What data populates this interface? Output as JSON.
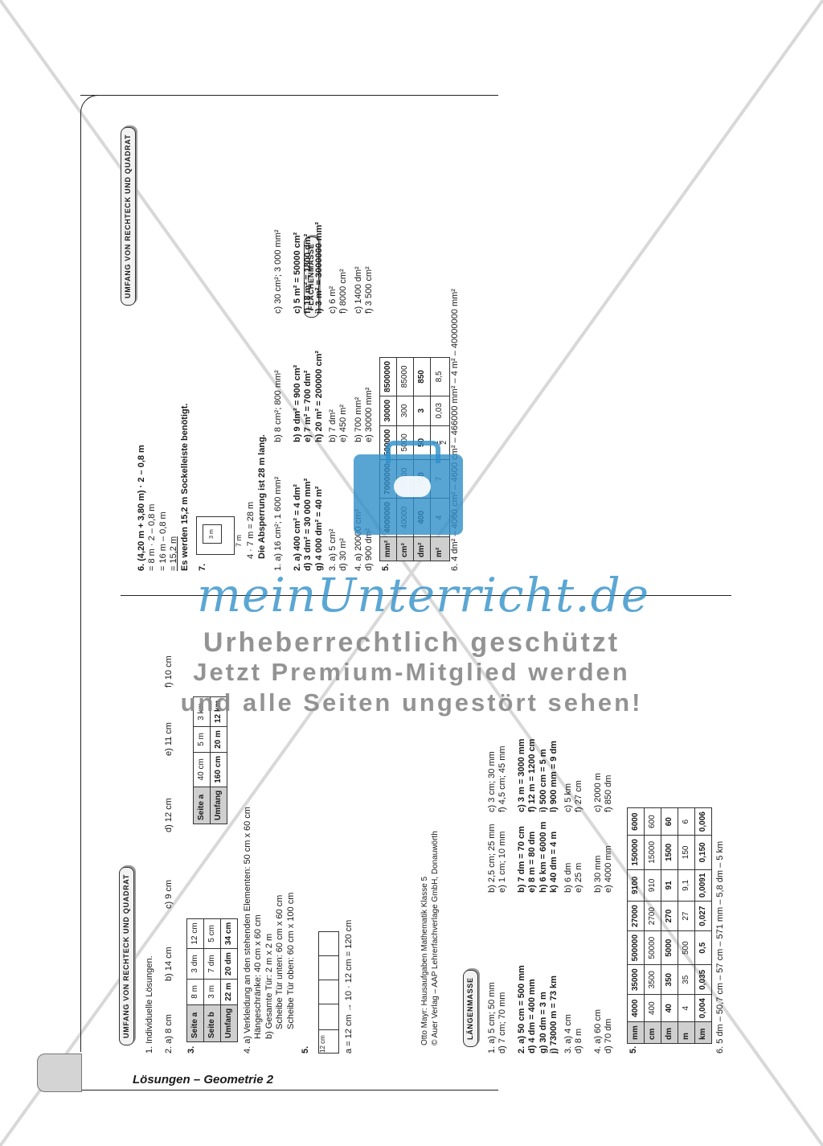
{
  "footer_title": "Lösungen – Geometrie 2",
  "headers": {
    "laengenmasse": "Längenmaße",
    "umfang_left": "Umfang von Rechteck und Quadrat",
    "umfang_top": "Umfang von Rechteck und Quadrat",
    "flaechenmasse": "Flächenmaße"
  },
  "laengen": {
    "a1": [
      "1. a) 5 cm; 50 mm",
      "d) 7 cm; 70 mm"
    ],
    "a1b": [
      "b) 2,5 cm; 25 mm",
      "e) 1 cm; 10 mm"
    ],
    "a1c": [
      "c) 3 cm; 30 mm",
      "f) 4,5 cm; 45 mm"
    ],
    "a2": [
      "2. a) 50 cm = 500 mm",
      "d) 4 dm = 400 mm",
      "g) 30 dm = 3 m",
      "j) 73000 m = 73 km"
    ],
    "a2b": [
      "b) 7 dm = 70 cm",
      "e) 8 m = 80 dm",
      "h) 6 km = 6000 m",
      "k) 40 dm = 4 m"
    ],
    "a2c": [
      "c) 3 m = 3000 mm",
      "f) 12 m = 1200 cm",
      "i) 500 cm = 5 m",
      "l) 900 mm = 9 dm"
    ],
    "a3": [
      "3. a) 4 cm",
      "d) 8 m"
    ],
    "a3b": [
      "b) 6 dm",
      "e) 25 m"
    ],
    "a3c": [
      "c) 5 km",
      "f) 27 cm"
    ],
    "a4": [
      "4. a) 60 cm",
      "d) 70 dm"
    ],
    "a4b": [
      "b) 30 mm",
      "e) 4000 mm"
    ],
    "a4c": [
      "c) 2000 m",
      "f) 850 dm"
    ],
    "a5_label": "5.",
    "table5": [
      [
        "mm",
        "4000",
        "35000",
        "500000",
        "27000",
        "9100",
        "150000",
        "6000"
      ],
      [
        "cm",
        "400",
        "3500",
        "50000",
        "2700",
        "910",
        "15000",
        "600"
      ],
      [
        "dm",
        "40",
        "350",
        "5000",
        "270",
        "91",
        "1500",
        "60"
      ],
      [
        "m",
        "4",
        "35",
        "500",
        "27",
        "9,1",
        "150",
        "6"
      ],
      [
        "km",
        "0,004",
        "0,035",
        "0,5",
        "0,027",
        "0,0091",
        "0,150",
        "0,006"
      ]
    ],
    "a6": "6. 5 dm – 50,7 cm – 57 cm – 571 mm – 5,8 dm – 5 km"
  },
  "umfang": {
    "a1": "1. Individuelle Lösungen.",
    "a2": [
      "2. a) 8 cm",
      "b) 14 cm",
      "c) 9 cm",
      "d) 12 cm",
      "e) 11 cm",
      "f) 10 cm"
    ],
    "a3_label": "3.",
    "table3": [
      [
        "Seite a",
        "8 m",
        "3 dm",
        "12 cm"
      ],
      [
        "Seite b",
        "3 m",
        "7 dm",
        "5 cm"
      ],
      [
        "Umfang",
        "22 m",
        "20 dm",
        "34 cm"
      ]
    ],
    "table3b": [
      [
        "Seite a",
        "40 cm",
        "5 m",
        "3 km"
      ],
      [
        "Umfang",
        "160 cm",
        "20 m",
        "12 km"
      ]
    ],
    "a4": [
      "4. a) Verkleidung an den stehenden Elementen: 50 cm x 60 cm",
      "Hängeschränke: 40 cm x 60 cm",
      "b) Gesamte Tür: 2 m x 2 m",
      "Scheibe Tür unten: 60 cm x 60 cm",
      "Scheibe Tür oben: 60 cm x 100 cm"
    ],
    "a5_label": "5.",
    "a5_box": "12 cm",
    "a5_eq": "a = 12 cm → 10 · 12 cm = 120 cm",
    "a6": [
      "6. (4,20 m + 3,80 m) · 2 – 0,8 m",
      "= 8 m · 2 – 0,8 m",
      "= 16 m – 0,8 m",
      "= 15,2 m",
      "Es werden 15,2 m Sockelleiste benötigt."
    ],
    "a7_label": "7.",
    "a7_inner": "3 m",
    "a7_outer": "7 m",
    "a7_eq": "4 · 7 m = 28 m",
    "a7_ans": "Die Absperrung ist 28 m lang."
  },
  "flaechen": {
    "a1": [
      "1. a) 16 cm²; 1 600 mm²",
      "b) 8 cm²; 800 mm²",
      "c) 30 cm²; 3 000 mm²"
    ],
    "a2": [
      "2. a) 400 cm² = 4 dm²",
      "d) 3 dm² = 30 000 mm²",
      "g) 4 000 dm² = 40 m²"
    ],
    "a2b": [
      "b) 9 dm² = 900 cm²",
      "e) 7 m² = 700 dm²",
      "h) 20 m² = 200000 cm²"
    ],
    "a2c": [
      "c) 5 m² = 50000 cm²",
      "f) 18 m² = 1800 dm²",
      "i) 3 m² = 3000000 mm²"
    ],
    "a3": [
      "3. a) 5 cm²",
      "d) 30 m²"
    ],
    "a3b": [
      "b) 7 dm²",
      "e) 450 m²"
    ],
    "a3c": [
      "c) 6 m²",
      "f) 8000 cm²"
    ],
    "a4": [
      "4. a) 20000 cm²",
      "d) 900 dm²"
    ],
    "a4b": [
      "b) 700 mm²",
      "e) 30000 mm²"
    ],
    "a4c": [
      "c) 1400 dm²",
      "f) 3 500 cm²"
    ],
    "a5_label": "5.",
    "table5": [
      [
        "mm²",
        "4000000",
        "7000000",
        "500000",
        "30000",
        "8500000"
      ],
      [
        "cm²",
        "40000",
        "70000",
        "5000",
        "300",
        "85000"
      ],
      [
        "dm²",
        "400",
        "700",
        "50",
        "3",
        "850"
      ],
      [
        "m²",
        "4",
        "7",
        "",
        "0,03",
        "8,5"
      ]
    ],
    "frac_num": "1",
    "frac_den": "2",
    "a6": "6. 4 dm² – 4060 cm² – 4600 cm² – 466000 mm² – 4 m² – 40000000 mm²"
  },
  "credit": [
    "Otto Mayr: Hausaufgaben Mathematik Klasse 5",
    "© Auer Verlag – AAP Lehrerfachverlage GmbH, Donauwörth"
  ],
  "watermark": {
    "logo": "meinUnterricht.de",
    "line1": "Urheberrechtlich geschützt",
    "line2": "Jetzt Premium-Mitglied werden",
    "line3": "und alle Seiten ungestört sehen!"
  }
}
